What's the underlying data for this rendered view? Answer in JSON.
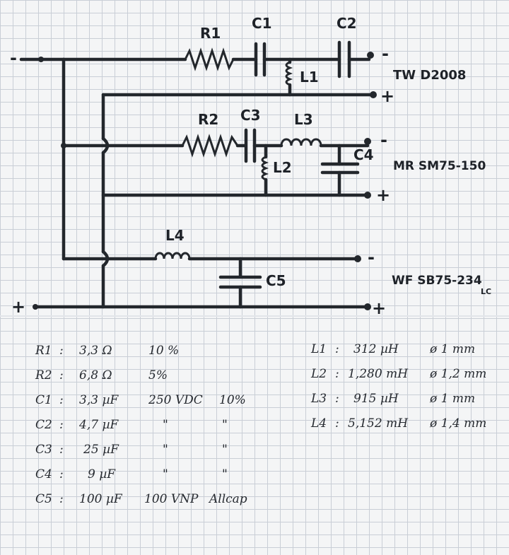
{
  "schematic": {
    "labels": {
      "R1": "R1",
      "C1": "C1",
      "C2": "C2",
      "L1": "L1",
      "R2": "R2",
      "C3": "C3",
      "L3": "L3",
      "C4": "C4",
      "L2": "L2",
      "L4": "L4",
      "C5": "C5",
      "input_minus": "-",
      "input_plus": "+",
      "tw_minus": "-",
      "tw_plus": "+",
      "mr_minus": "-",
      "mr_plus": "+",
      "wf_minus": "-",
      "wf_plus": "+"
    },
    "drivers": {
      "tweeter": "TW D2008",
      "midrange": "MR SM75-150",
      "woofer": "WF SB75-234",
      "woofer_note": "LC"
    }
  },
  "parts_left": [
    {
      "ref": "R1",
      "value": "3,3 Ω",
      "spec": "10 %",
      "extra": ""
    },
    {
      "ref": "R2",
      "value": "6,8 Ω",
      "spec": "5%",
      "extra": ""
    },
    {
      "ref": "C1",
      "value": "3,3 µF",
      "spec": "250 VDC",
      "extra": "10%"
    },
    {
      "ref": "C2",
      "value": "4,7 µF",
      "spec": "\"",
      "extra": "\""
    },
    {
      "ref": "C3",
      "value": "25 µF",
      "spec": "\"",
      "extra": "\""
    },
    {
      "ref": "C4",
      "value": "9 µF",
      "spec": "\"",
      "extra": "\""
    },
    {
      "ref": "C5",
      "value": "100 µF",
      "spec": "100 VNP",
      "extra": "Allcap"
    }
  ],
  "parts_right": [
    {
      "ref": "L1",
      "value": "312 µH",
      "spec": "ø 1 mm"
    },
    {
      "ref": "L2",
      "value": "1,280 mH",
      "spec": "ø 1,2 mm"
    },
    {
      "ref": "L3",
      "value": "915 µH",
      "spec": "ø 1 mm"
    },
    {
      "ref": "L4",
      "value": "5,152 mH",
      "spec": "ø 1,4 mm"
    }
  ],
  "colon": ":"
}
